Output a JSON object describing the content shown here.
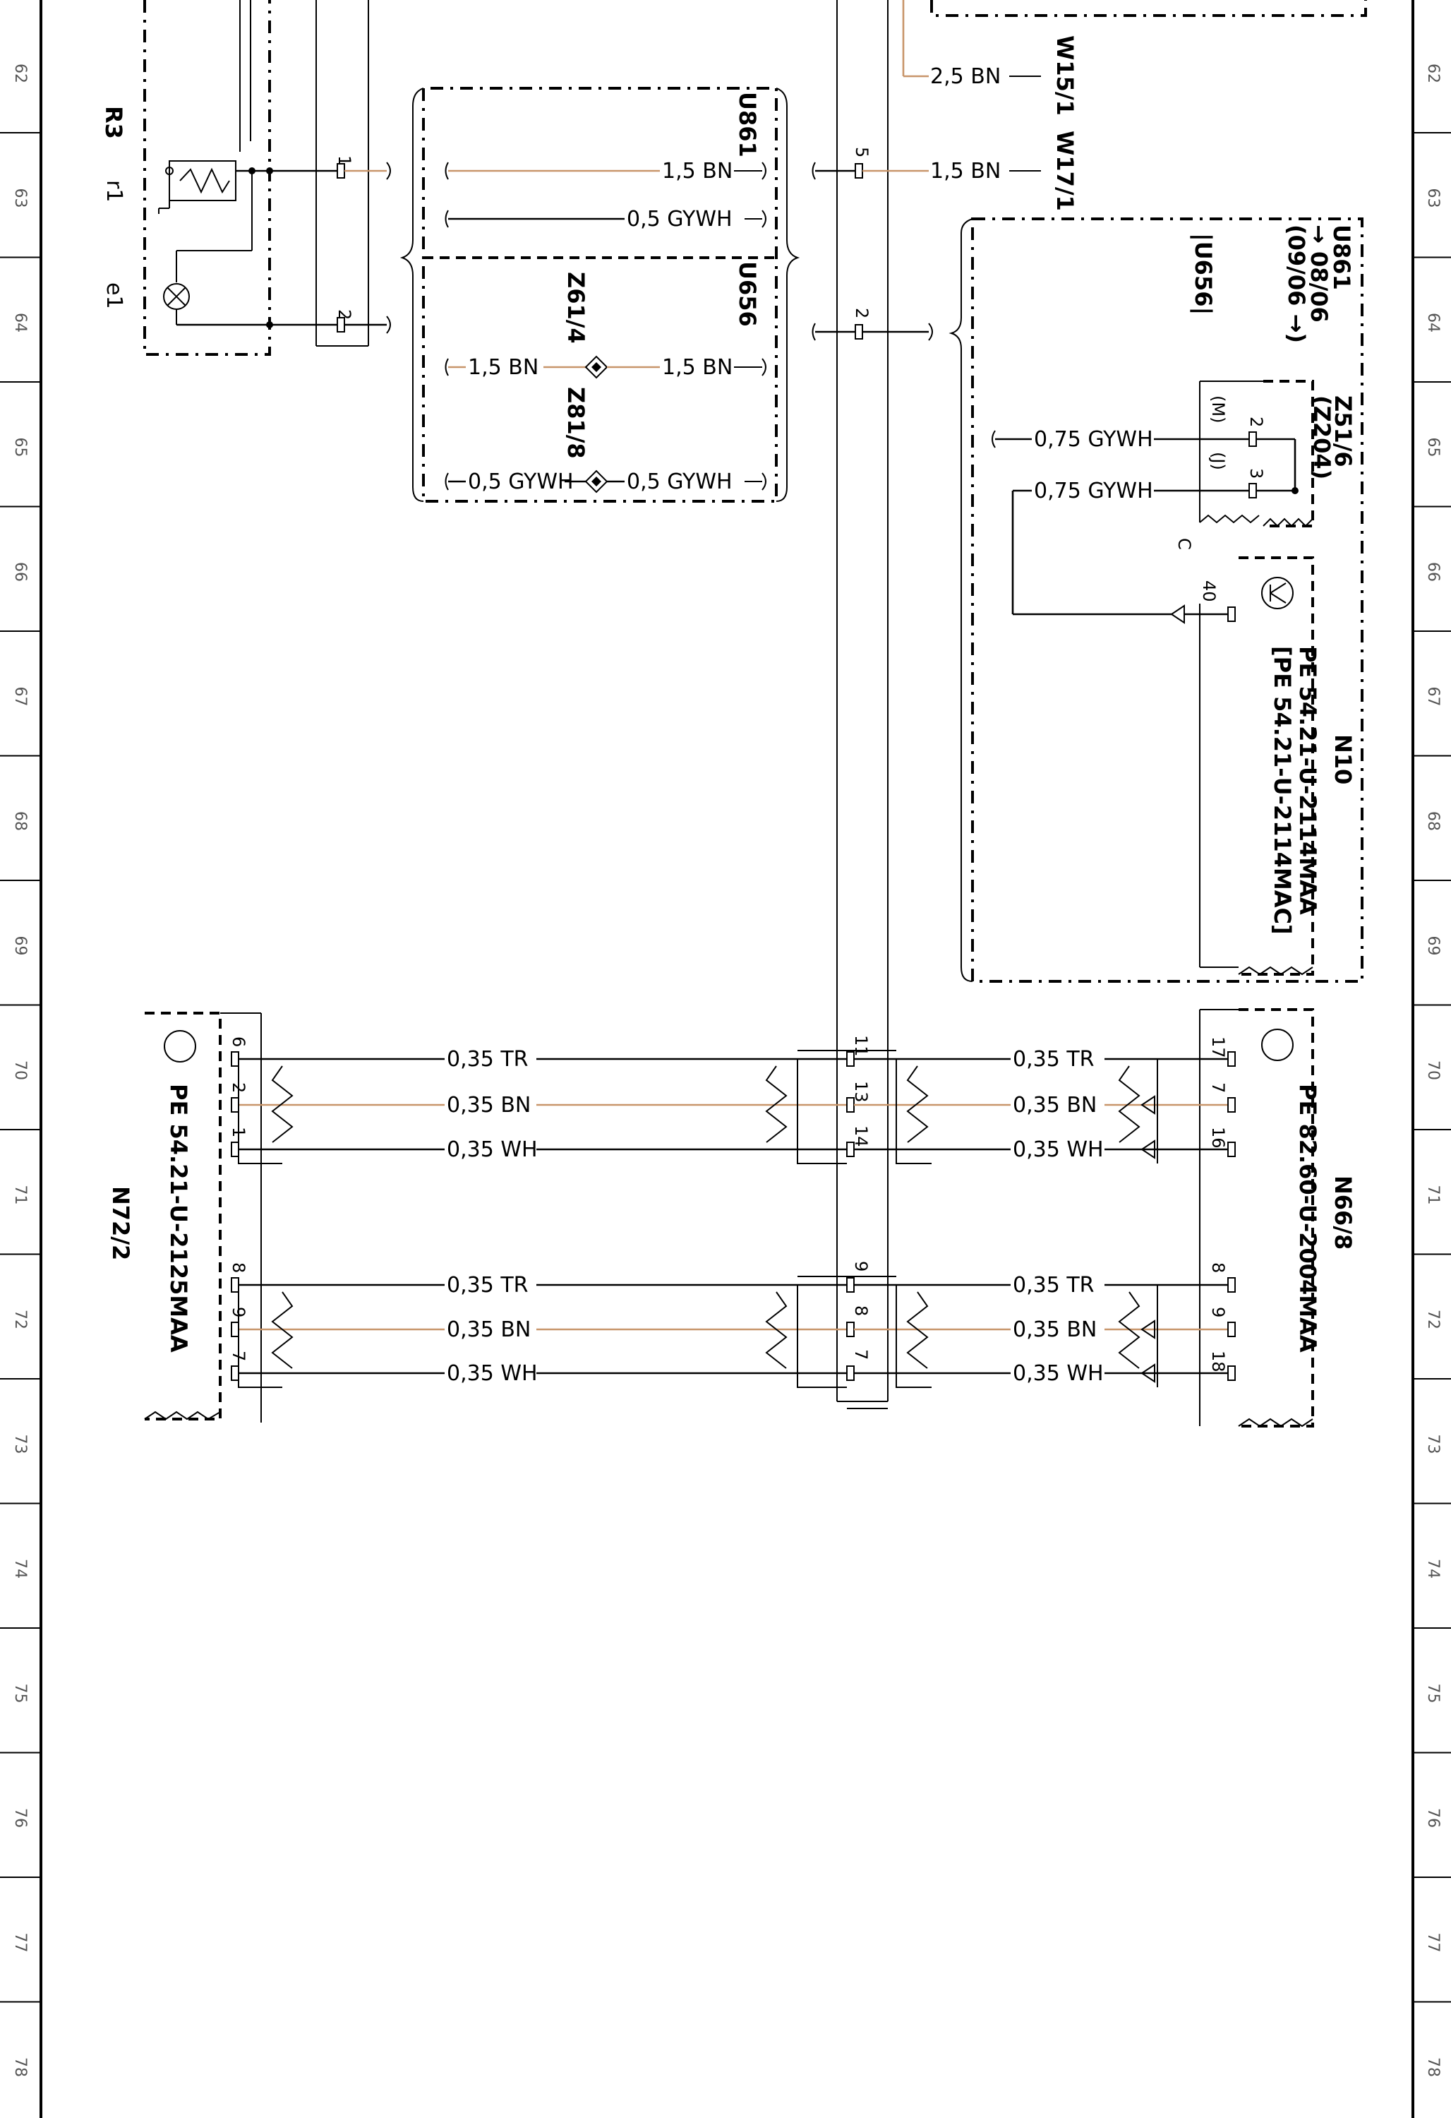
{
  "ruler": [
    "62",
    "63",
    "64",
    "65",
    "66",
    "67",
    "68",
    "69",
    "70",
    "71",
    "72",
    "73",
    "74",
    "75",
    "76",
    "77",
    "78"
  ],
  "components": {
    "r3": {
      "name": "R3",
      "r1": "r1",
      "e1": "e1",
      "pin1": "1",
      "pin2": "2"
    },
    "u861_top": {
      "code": "U861"
    },
    "u656_top": {
      "code": "U656"
    },
    "z61_4": "Z61/4",
    "z81_8": "Z81/8",
    "w15_1": "W15/1",
    "w17_1": "W17/1",
    "u861_right": {
      "l1": "U861",
      "l2": "→ 08/06",
      "l3": "(09/06 →)",
      "l4": "|U656|"
    },
    "z51_6": {
      "name": "Z51/6",
      "sub": "(Z204)",
      "m": "(M)",
      "j": "(J)",
      "pin2": "2",
      "pin3": "3"
    },
    "n10": {
      "name": "N10",
      "pe1": "PE 54.21-U-2114MAA",
      "pe2": "[PE 54.21-U-2114MAC]",
      "pin40": "40",
      "c": "C"
    },
    "n72_2": {
      "name": "N72/2",
      "pe": "PE 54.21-U-2125MAA"
    },
    "n66_8": {
      "name": "N66/8",
      "pe": "PE 82.60-U-2004MAA"
    }
  },
  "wires": {
    "bn25": "2,5 BN",
    "bn15": "1,5 BN",
    "gywh05": "0,5 GYWH",
    "gywh075": "0,75 GYWH",
    "tr035": "0,35 TR",
    "bn035": "0,35 BN",
    "wh035": "0,35 WH"
  },
  "pins": {
    "splice5": "5",
    "splice2": "2",
    "mid_top": [
      "11",
      "13",
      "14"
    ],
    "mid_bot": [
      "9",
      "8",
      "7"
    ],
    "n72_top": [
      "6",
      "2",
      "1"
    ],
    "n72_bot": [
      "8",
      "9",
      "7"
    ],
    "n66_top": [
      "17",
      "7",
      "16"
    ],
    "n66_bot": [
      "8",
      "9",
      "18"
    ]
  },
  "colors": {
    "brown": "#c8956a",
    "black": "#000000"
  }
}
